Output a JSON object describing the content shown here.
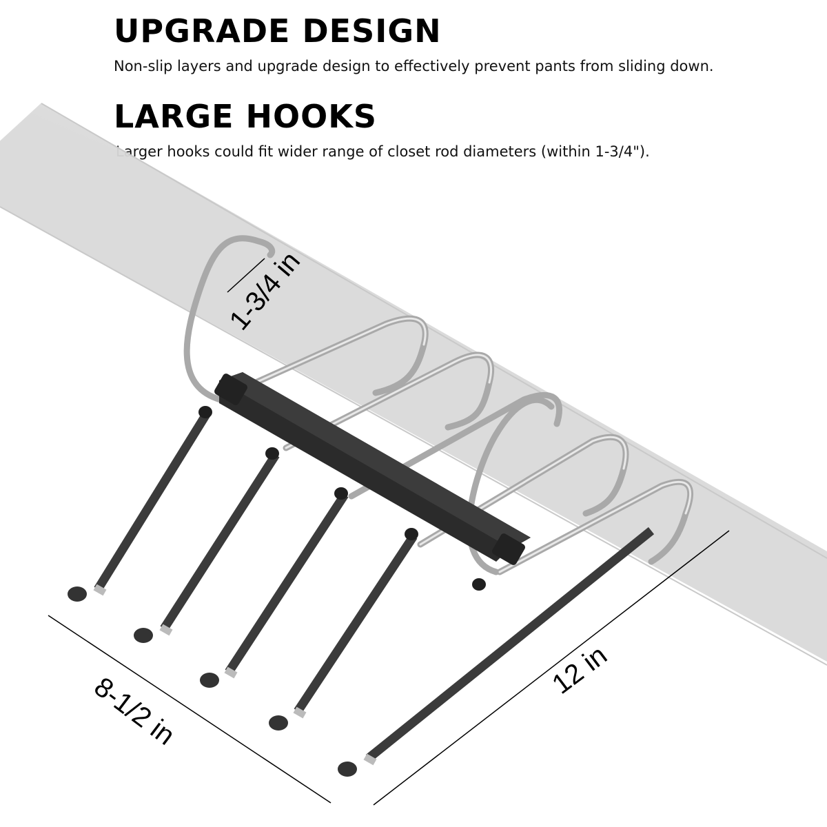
{
  "sections": [
    {
      "heading": "UPGRADE DESIGN",
      "description": "Non-slip layers and upgrade design to effectively prevent pants from sliding down."
    },
    {
      "heading": "LARGE HOOKS",
      "description": "Larger hooks could fit wider range of closet rod diameters (within 1-3/4\")."
    }
  ],
  "dimensions": {
    "hook_diameter": "1-3/4 in",
    "width": "8-1/2 in",
    "length": "12 in"
  },
  "illustration": {
    "subject": "pants hanger with 5 swing arms on closet rod",
    "arm_count": 5,
    "colors": {
      "rod": "#efefef",
      "rod_edge": "#cfcfcf",
      "chrome": "#b8b8b8",
      "arm": "#3a3a3a",
      "bar": "#2a2a2a"
    }
  }
}
